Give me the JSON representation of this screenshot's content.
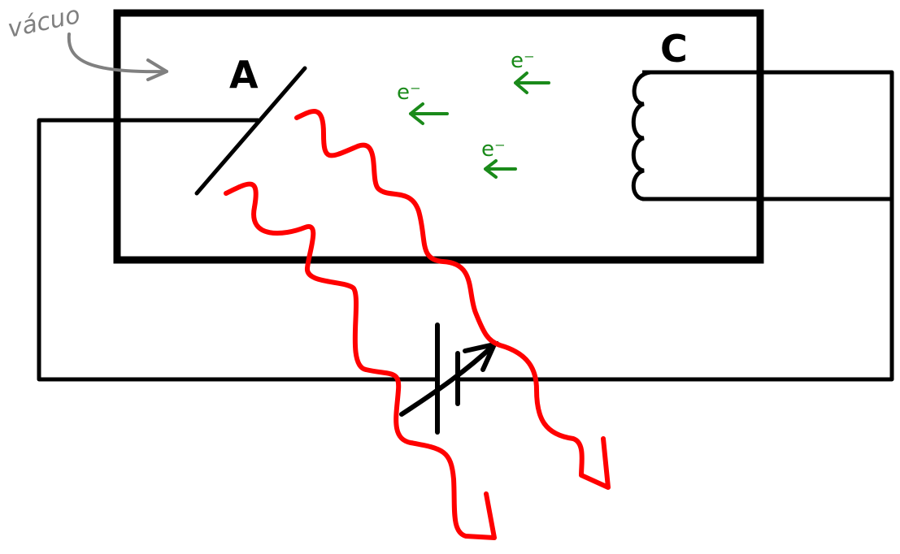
{
  "labels": {
    "anode": "A",
    "cathode": "C",
    "vacuum": "vácuo",
    "electron": "e⁻"
  },
  "colors": {
    "outline": "#000000",
    "light": "#ff0000",
    "electrons": "#1a8a1a",
    "annotation": "#808080",
    "background": "#ffffff"
  },
  "electrons": {
    "count": 3,
    "direction": "left"
  },
  "components": [
    "vacuum-tube",
    "anode-plate",
    "cathode-filament",
    "variable-voltage-source",
    "incident-light"
  ]
}
